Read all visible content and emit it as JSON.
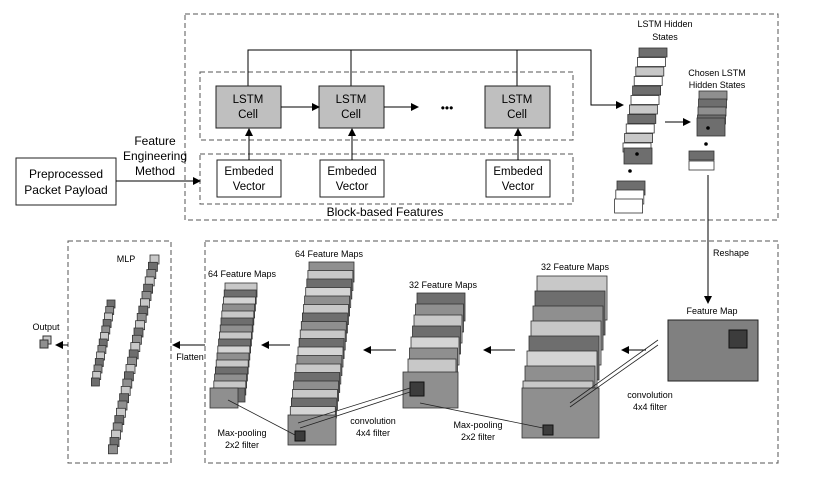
{
  "input_box": {
    "line1": "Preprocessed",
    "line2": "Packet Payload"
  },
  "feature_engineering": {
    "line1": "Feature",
    "line2": "Engineering",
    "line3": "Method"
  },
  "lstm_cell": {
    "line1": "LSTM",
    "line2": "Cell"
  },
  "ellipsis": "•••",
  "embed_vector": {
    "line1": "Embeded",
    "line2": "Vector"
  },
  "block_features_label": "Block-based Features",
  "lstm_hidden": {
    "line1": "LSTM Hidden",
    "line2": "States"
  },
  "chosen_lstm": {
    "line1": "Chosen LSTM",
    "line2": "Hidden States"
  },
  "reshape_label": "Reshape",
  "feature_map_label": "Feature Map",
  "conv_label": {
    "line1": "convolution",
    "line2": "4x4 filter"
  },
  "maxpool_label": {
    "line1": "Max-pooling",
    "line2": "2x2 filter"
  },
  "maps_32_label": "32 Feature Maps",
  "maps_64_label": "64 Feature Maps",
  "flatten_label": "Flatten",
  "mlp_label": "MLP",
  "output_label": "Output",
  "colors": {
    "cell_fill": "#bfbfbf",
    "dark": "#6e6e6e",
    "mid": "#8f8f8f",
    "light": "#c8c8c8",
    "line": "#333333"
  }
}
